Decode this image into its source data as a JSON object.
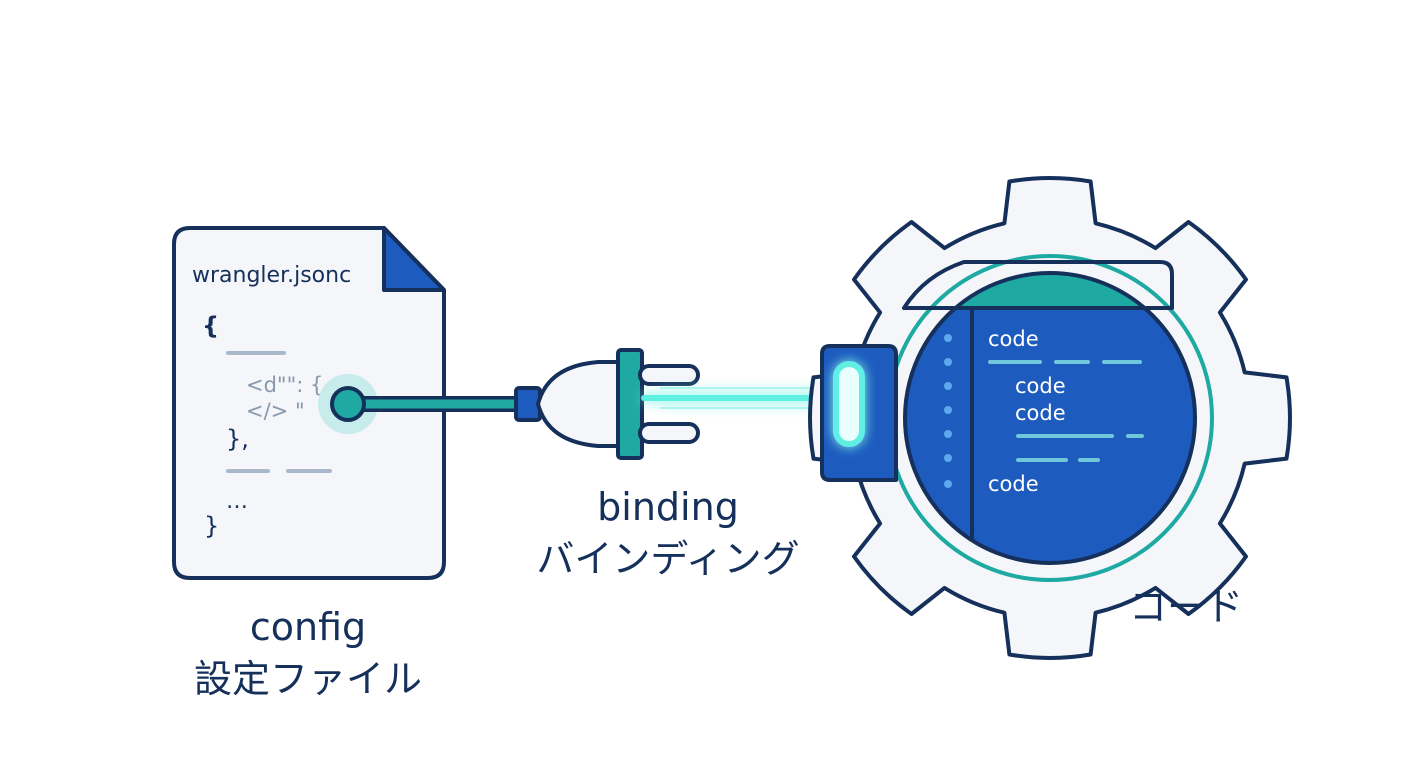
{
  "config_file": {
    "filename": "wrangler.jsonc",
    "code_lines": [
      "{",
      "<d\"\": {",
      "</> \"",
      "},",
      "…",
      "}"
    ],
    "caption_en": "config",
    "caption_ja": "設定ファイル"
  },
  "binding": {
    "caption_en": "binding",
    "caption_ja": "バインディング"
  },
  "code_module": {
    "code_lines": [
      "code",
      "code",
      "code",
      "code"
    ],
    "caption_ja": "コード"
  },
  "colors": {
    "navy": "#15305a",
    "blue": "#1d5bbf",
    "teal": "#1fa9a3",
    "glow": "#5ef0e3",
    "paper": "#f4f6fa"
  }
}
